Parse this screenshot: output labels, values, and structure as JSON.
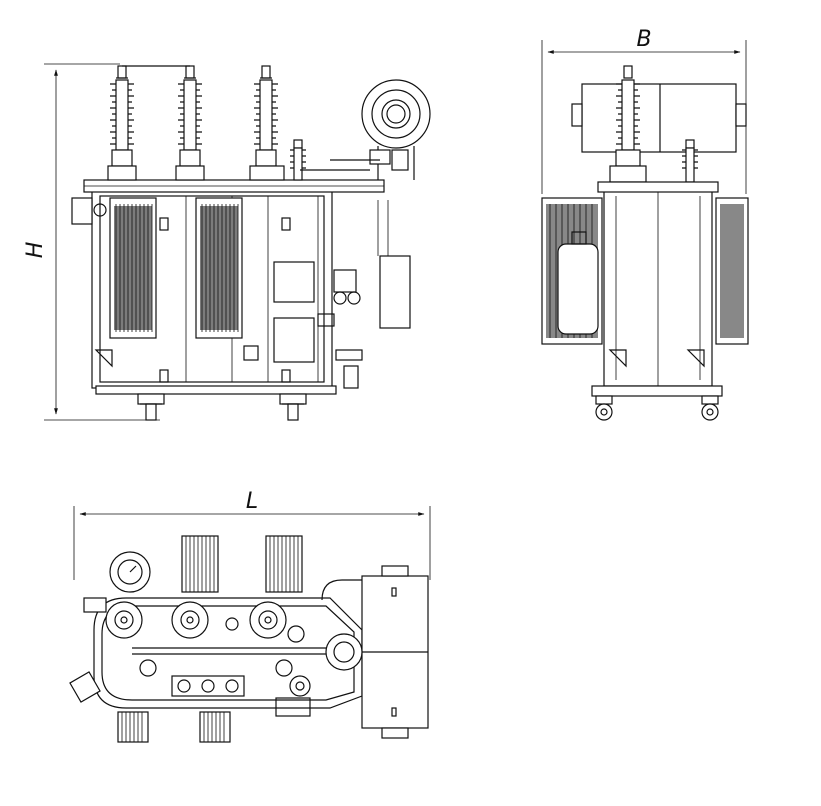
{
  "dimensions": {
    "height_label": "H",
    "width_label": "B",
    "length_label": "L"
  },
  "views": [
    {
      "name": "front-view"
    },
    {
      "name": "side-view"
    },
    {
      "name": "top-view"
    }
  ],
  "colors": {
    "line": "#111111",
    "background": "#ffffff"
  }
}
